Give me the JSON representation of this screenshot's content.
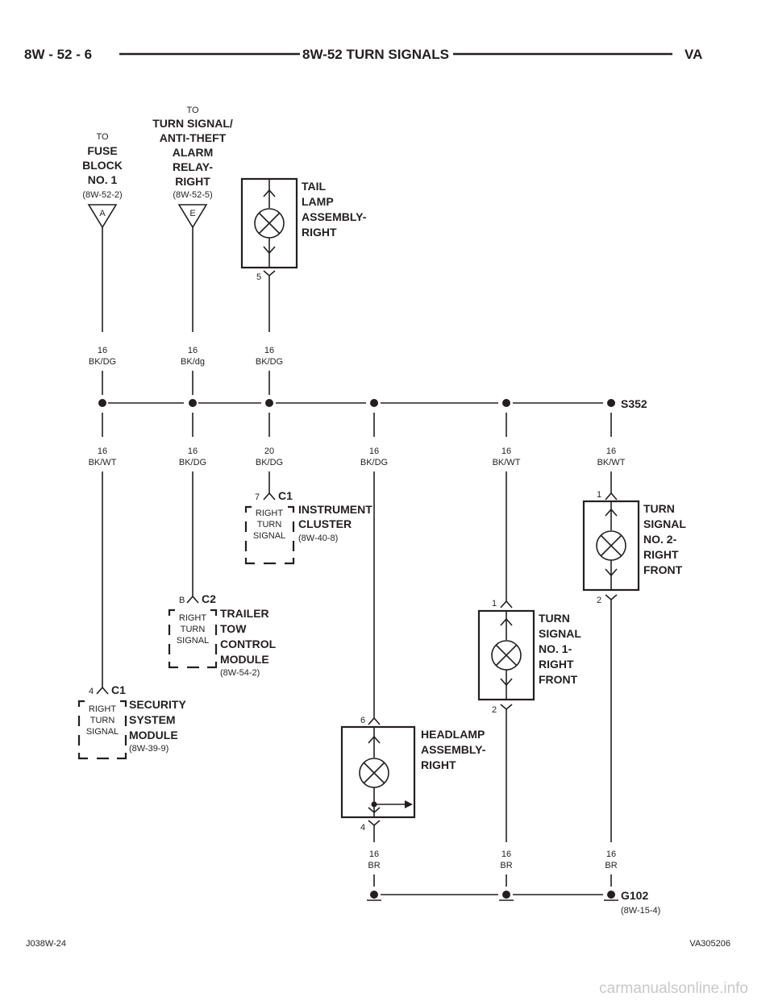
{
  "header": {
    "left": "8W - 52 - 6",
    "center": "8W-52 TURN SIGNALS",
    "right": "VA"
  },
  "footer": {
    "left": "J038W-24",
    "right": "VA305206",
    "watermark": "carmanualsonline.info"
  },
  "sources": {
    "fuse_block": {
      "to": "TO",
      "lines": [
        "FUSE",
        "BLOCK",
        "NO. 1"
      ],
      "ref": "(8W-52-2)",
      "pin": "A"
    },
    "relay": {
      "to": "TO",
      "lines": [
        "TURN SIGNAL/",
        "ANTI-THEFT",
        "ALARM",
        "RELAY-",
        "RIGHT"
      ],
      "ref": "(8W-52-5)",
      "pin": "E"
    }
  },
  "tail_lamp": {
    "lines": [
      "TAIL",
      "LAMP",
      "ASSEMBLY-",
      "RIGHT"
    ],
    "pin": "5"
  },
  "splices": {
    "top": "S352",
    "ground": "G102",
    "ground_ref": "(8W-15-4)"
  },
  "wires_upper": [
    {
      "gauge": "16",
      "color": "BK/DG"
    },
    {
      "gauge": "16",
      "color": "BK/dg"
    },
    {
      "gauge": "16",
      "color": "BK/DG"
    }
  ],
  "wires_lower": [
    {
      "gauge": "16",
      "color": "BK/WT"
    },
    {
      "gauge": "16",
      "color": "BK/DG"
    },
    {
      "gauge": "20",
      "color": "BK/DG"
    },
    {
      "gauge": "16",
      "color": "BK/DG"
    },
    {
      "gauge": "16",
      "color": "BK/WT"
    },
    {
      "gauge": "16",
      "color": "BK/WT"
    }
  ],
  "wires_ground": [
    {
      "gauge": "16",
      "color": "BR"
    },
    {
      "gauge": "16",
      "color": "BR"
    },
    {
      "gauge": "16",
      "color": "BR"
    }
  ],
  "instrument_cluster": {
    "pin": "7",
    "connector": "C1",
    "signal": [
      "RIGHT",
      "TURN",
      "SIGNAL"
    ],
    "lines": [
      "INSTRUMENT",
      "CLUSTER"
    ],
    "ref": "(8W-40-8)"
  },
  "trailer_tow": {
    "pin": "B",
    "connector": "C2",
    "signal": [
      "RIGHT",
      "TURN",
      "SIGNAL"
    ],
    "lines": [
      "TRAILER",
      "TOW",
      "CONTROL",
      "MODULE"
    ],
    "ref": "(8W-54-2)"
  },
  "security": {
    "pin": "4",
    "connector": "C1",
    "signal": [
      "RIGHT",
      "TURN",
      "SIGNAL"
    ],
    "lines": [
      "SECURITY",
      "SYSTEM",
      "MODULE"
    ],
    "ref": "(8W-39-9)"
  },
  "turn_signal_2": {
    "pin_top": "1",
    "pin_bottom": "2",
    "lines": [
      "TURN",
      "SIGNAL",
      "NO. 2-",
      "RIGHT",
      "FRONT"
    ]
  },
  "turn_signal_1": {
    "pin_top": "1",
    "pin_bottom": "2",
    "lines": [
      "TURN",
      "SIGNAL",
      "NO. 1-",
      "RIGHT",
      "FRONT"
    ]
  },
  "headlamp": {
    "pin_top": "6",
    "pin_bottom": "4",
    "lines": [
      "HEADLAMP",
      "ASSEMBLY-",
      "RIGHT"
    ]
  }
}
